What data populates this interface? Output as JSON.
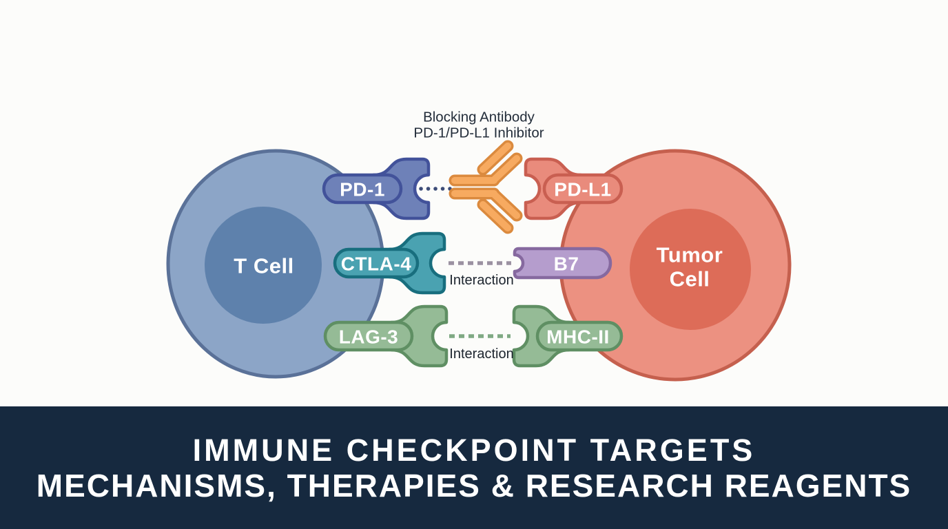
{
  "diagram": {
    "antibody_label": {
      "line1": "Blocking Antibody",
      "line2": "PD-1/PD-L1 Inhibitor"
    },
    "t_cell": {
      "label": "T Cell"
    },
    "tumor_cell": {
      "label_line1": "Tumor",
      "label_line2": "Cell"
    },
    "interactions": [
      {
        "receptor": "PD-1",
        "ligand": "PD-L1",
        "label": ""
      },
      {
        "receptor": "CTLA-4",
        "ligand": "B7",
        "label": "Interaction"
      },
      {
        "receptor": "LAG-3",
        "ligand": "MHC-II",
        "label": "Interaction"
      }
    ],
    "colors": {
      "background": "#fcfcfa",
      "t_cell_body": "#8ca5c7",
      "t_cell_border": "#5a7198",
      "t_cell_nucleus": "#5e81ac",
      "tumor_body": "#ec9181",
      "tumor_border": "#c5604e",
      "tumor_nucleus": "#dd6c58",
      "pd1": "#6e81b8",
      "pd1_border": "#42529a",
      "pdl1": "#e98b7c",
      "pdl1_border": "#c95f51",
      "ctla4": "#4aa2b1",
      "ctla4_border": "#186e7e",
      "b7": "#b59dcd",
      "b7_border": "#86699f",
      "lag3": "#95bb96",
      "lag3_border": "#5f8f63",
      "mhcii": "#95bb96",
      "mhcii_border": "#5f8f63",
      "antibody": "#f7aa60",
      "antibody_border": "#db8a3e",
      "dots": "#3c4c77",
      "dashes_purple": "#9b91a1",
      "dashes_green": "#7fa983",
      "banner_bg": "#16293f",
      "banner_text": "#ffffff"
    }
  },
  "banner": {
    "line1": "IMMUNE CHECKPOINT TARGETS",
    "line2": "MECHANISMS, THERAPIES & RESEARCH REAGENTS"
  }
}
